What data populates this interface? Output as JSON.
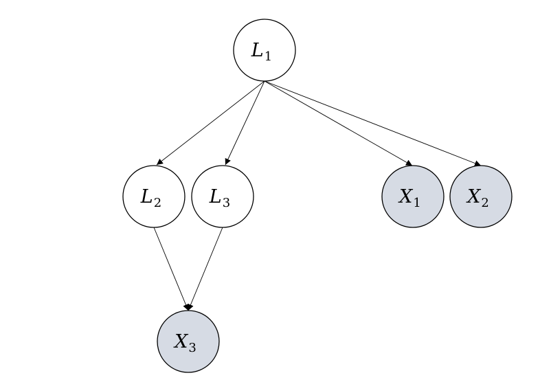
{
  "colors": {
    "latent_fill": "#ffffff",
    "observed_fill": "#d6dbe4",
    "stroke": "#000000"
  },
  "nodes": [
    {
      "id": "L1",
      "var": "L",
      "sub": "1",
      "kind": "latent"
    },
    {
      "id": "L2",
      "var": "L",
      "sub": "2",
      "kind": "latent"
    },
    {
      "id": "L3",
      "var": "L",
      "sub": "3",
      "kind": "latent"
    },
    {
      "id": "X1",
      "var": "X",
      "sub": "1",
      "kind": "observed"
    },
    {
      "id": "X2",
      "var": "X",
      "sub": "2",
      "kind": "observed"
    },
    {
      "id": "X3",
      "var": "X",
      "sub": "3",
      "kind": "observed"
    }
  ],
  "edges": [
    {
      "from": "L1",
      "to": "L2"
    },
    {
      "from": "L1",
      "to": "L3"
    },
    {
      "from": "L1",
      "to": "X1"
    },
    {
      "from": "L1",
      "to": "X2"
    },
    {
      "from": "L2",
      "to": "X3"
    },
    {
      "from": "L3",
      "to": "X3"
    }
  ]
}
